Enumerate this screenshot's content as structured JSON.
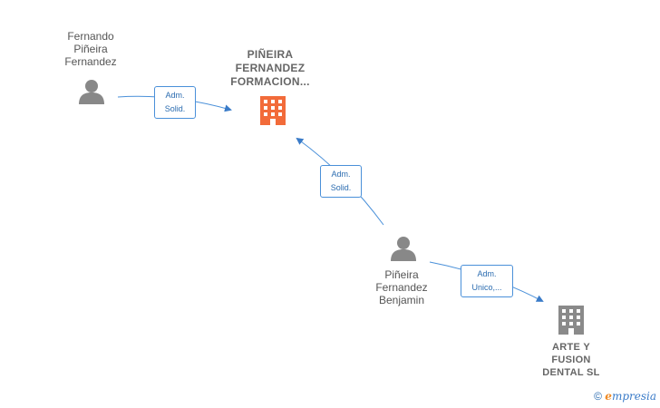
{
  "nodes": {
    "person1": {
      "line1": "Fernando",
      "line2": "Piñeira",
      "line3": "Fernandez"
    },
    "company_main": {
      "line1": "PIÑEIRA",
      "line2": "FERNANDEZ",
      "line3": "FORMACION..."
    },
    "person2": {
      "line1": "Piñeira",
      "line2": "Fernandez",
      "line3": "Benjamin"
    },
    "company2": {
      "line1": "ARTE Y",
      "line2": "FUSION",
      "line3": "DENTAL SL"
    }
  },
  "edges": {
    "e1": {
      "line1": "Adm.",
      "line2": "Solid."
    },
    "e2": {
      "line1": "Adm.",
      "line2": "Solid."
    },
    "e3": {
      "line1": "Adm.",
      "line2": "Unico,..."
    }
  },
  "watermark": {
    "symbol": "©",
    "brand_initial": "e",
    "brand_rest": "mpresia"
  },
  "colors": {
    "edge": "#4a90d9",
    "person_icon": "#888888",
    "main_company": "#f26b3a",
    "company": "#8a8a8a"
  }
}
